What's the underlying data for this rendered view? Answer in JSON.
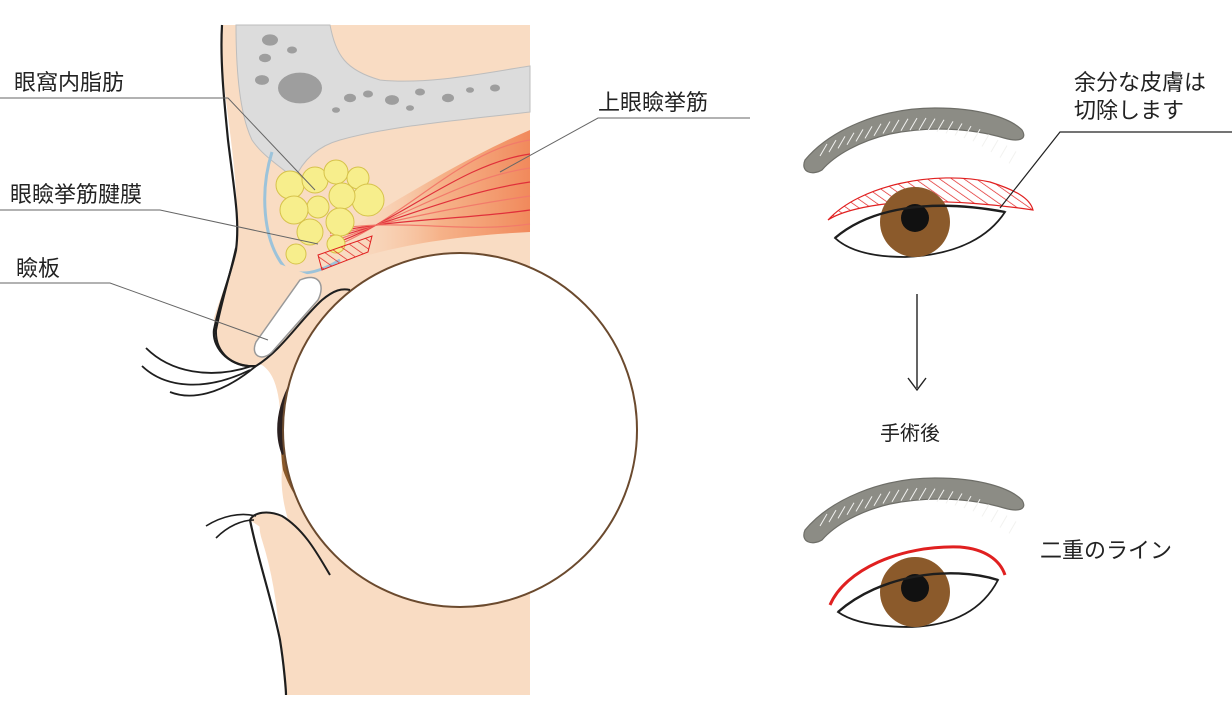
{
  "colors": {
    "skin": "#F9DCC3",
    "bone": "#DCDCDC",
    "bone_spot": "#9E9E9E",
    "fat": "#F7EE8C",
    "fat_edge": "#D6C24A",
    "muscle_red": "#E0303A",
    "muscle_orange": "#F4A070",
    "membrane": "#9CC3DA",
    "iris_brown": "#8B5A2B",
    "outline": "#1E1E1E",
    "globe_outline": "#6B4A2E",
    "brow_gray": "#8C8C85",
    "leader": "#666666",
    "accent_red": "#E02020"
  },
  "labels": {
    "orbital_fat": "眼窩内脂肪",
    "levator_aponeurosis": "眼瞼挙筋腱膜",
    "tarsus": "瞼板",
    "levator_muscle": "上眼瞼挙筋"
  },
  "right_panel": {
    "excess_skin_line1": "余分な皮膚は",
    "excess_skin_line2": "切除します",
    "after_surgery": "手術後",
    "double_eyelid_line": "二重のライン"
  },
  "icons": {
    "arrow": "arrow-down-icon"
  }
}
